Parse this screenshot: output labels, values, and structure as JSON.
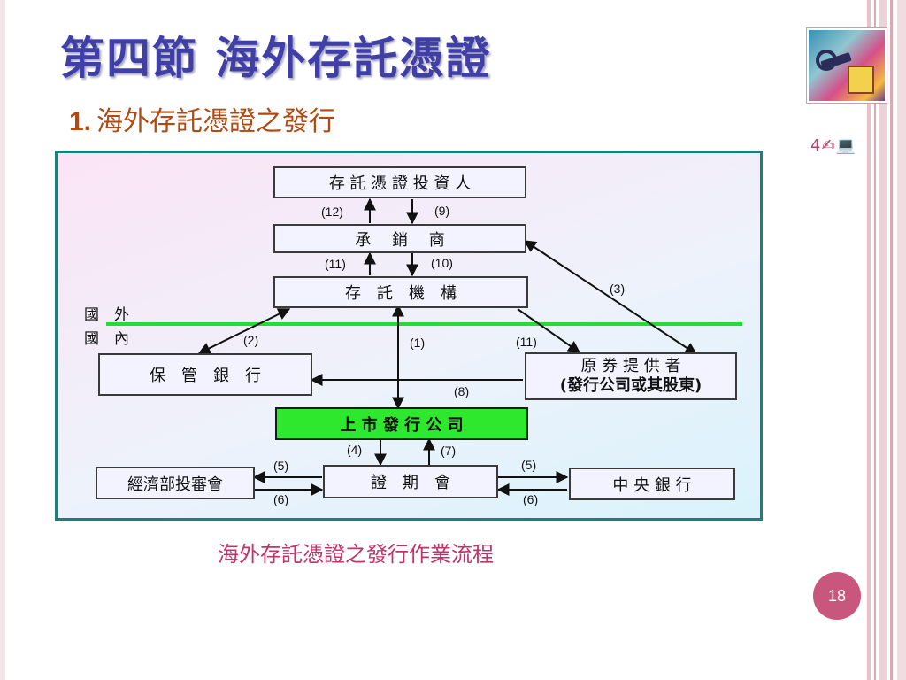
{
  "slide": {
    "title": "第四節  海外存託憑證",
    "subtitle_number": "1.",
    "subtitle_text": "海外存託憑證之發行",
    "caption": "海外存託憑證之發行作業流程",
    "page_number": "18",
    "deco_icons": "4✍💻"
  },
  "diagram": {
    "boxes": {
      "investor": "存 託 憑 證 投 資 人",
      "underwriter": "承　 銷 　商",
      "depositary": "存　託　機　構",
      "custodian": "保　管　銀　行",
      "supplier_line1": "原 券 提 供 者",
      "supplier_line2": "(發行公司或其股東)",
      "issuer": "上 市 發 行 公 司",
      "sec": "證　期　會",
      "moea": "經濟部投審會",
      "central_bank": "中 央 銀 行"
    },
    "region_labels": {
      "foreign": "國　外",
      "domestic": "國　內"
    },
    "step_labels": {
      "s12": "(12)",
      "s9": "(9)",
      "s11_top": "(11)",
      "s10": "(10)",
      "s3": "(3)",
      "s2": "(2)",
      "s1": "(1)",
      "s11_mid": "(11)",
      "s8": "(8)",
      "s4": "(4)",
      "s7": "(7)",
      "s5_left": "(5)",
      "s6_left": "(6)",
      "s5_right": "(5)",
      "s6_right": "(6)"
    },
    "colors": {
      "border_line": "#1d7f7c",
      "domestic_foreign_divider": "#22dd33",
      "issuer_fill": "#2ee82e"
    }
  }
}
